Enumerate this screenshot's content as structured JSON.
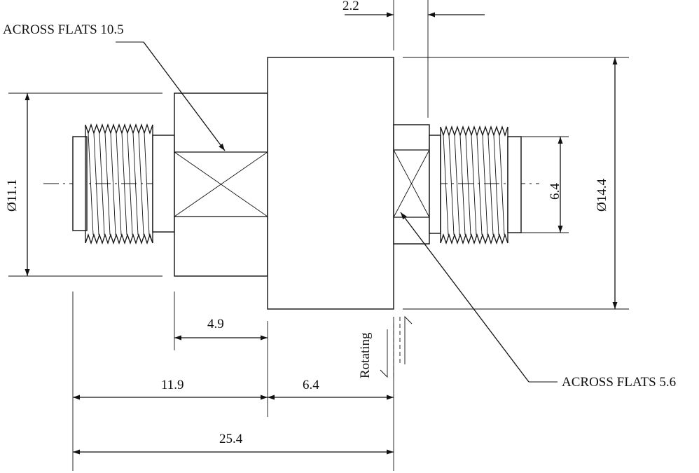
{
  "labels": {
    "across_flats_large": "ACROSS FLATS 10.5",
    "across_flats_small": "ACROSS FLATS 5.6",
    "rotating": "Rotating"
  },
  "dimensions": {
    "d_2_2": "2.2",
    "d_4_9": "4.9",
    "d_11_9": "11.9",
    "d_6_4_bottom": "6.4",
    "d_25_4": "25.4",
    "d_6_4_right": "6.4",
    "dia_11_1": "Ø11.1",
    "dia_14_4": "Ø14.4"
  }
}
